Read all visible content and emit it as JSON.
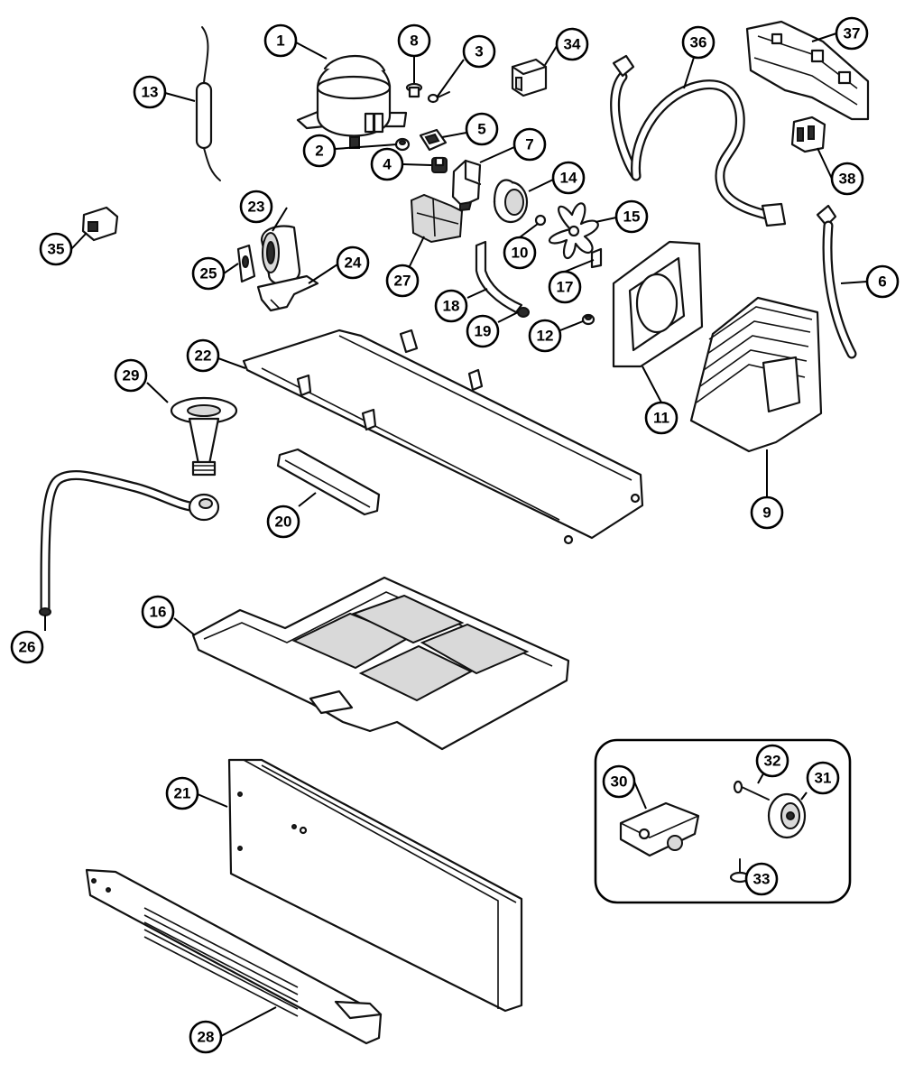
{
  "callouts": [
    {
      "id": "c1",
      "label": "1"
    },
    {
      "id": "c2",
      "label": "2"
    },
    {
      "id": "c3",
      "label": "3"
    },
    {
      "id": "c4",
      "label": "4"
    },
    {
      "id": "c5",
      "label": "5"
    },
    {
      "id": "c6",
      "label": "6"
    },
    {
      "id": "c7",
      "label": "7"
    },
    {
      "id": "c8",
      "label": "8"
    },
    {
      "id": "c9",
      "label": "9"
    },
    {
      "id": "c10",
      "label": "10"
    },
    {
      "id": "c11",
      "label": "11"
    },
    {
      "id": "c12",
      "label": "12"
    },
    {
      "id": "c13",
      "label": "13"
    },
    {
      "id": "c14",
      "label": "14"
    },
    {
      "id": "c15",
      "label": "15"
    },
    {
      "id": "c16",
      "label": "16"
    },
    {
      "id": "c17",
      "label": "17"
    },
    {
      "id": "c18",
      "label": "18"
    },
    {
      "id": "c19",
      "label": "19"
    },
    {
      "id": "c20",
      "label": "20"
    },
    {
      "id": "c21",
      "label": "21"
    },
    {
      "id": "c22",
      "label": "22"
    },
    {
      "id": "c23",
      "label": "23"
    },
    {
      "id": "c24",
      "label": "24"
    },
    {
      "id": "c25",
      "label": "25"
    },
    {
      "id": "c26",
      "label": "26"
    },
    {
      "id": "c27",
      "label": "27"
    },
    {
      "id": "c28",
      "label": "28"
    },
    {
      "id": "c29",
      "label": "29"
    },
    {
      "id": "c30",
      "label": "30"
    },
    {
      "id": "c31",
      "label": "31"
    },
    {
      "id": "c32",
      "label": "32"
    },
    {
      "id": "c33",
      "label": "33"
    },
    {
      "id": "c34",
      "label": "34"
    },
    {
      "id": "c35",
      "label": "35"
    },
    {
      "id": "c36",
      "label": "36"
    },
    {
      "id": "c37",
      "label": "37"
    },
    {
      "id": "c38",
      "label": "38"
    }
  ]
}
